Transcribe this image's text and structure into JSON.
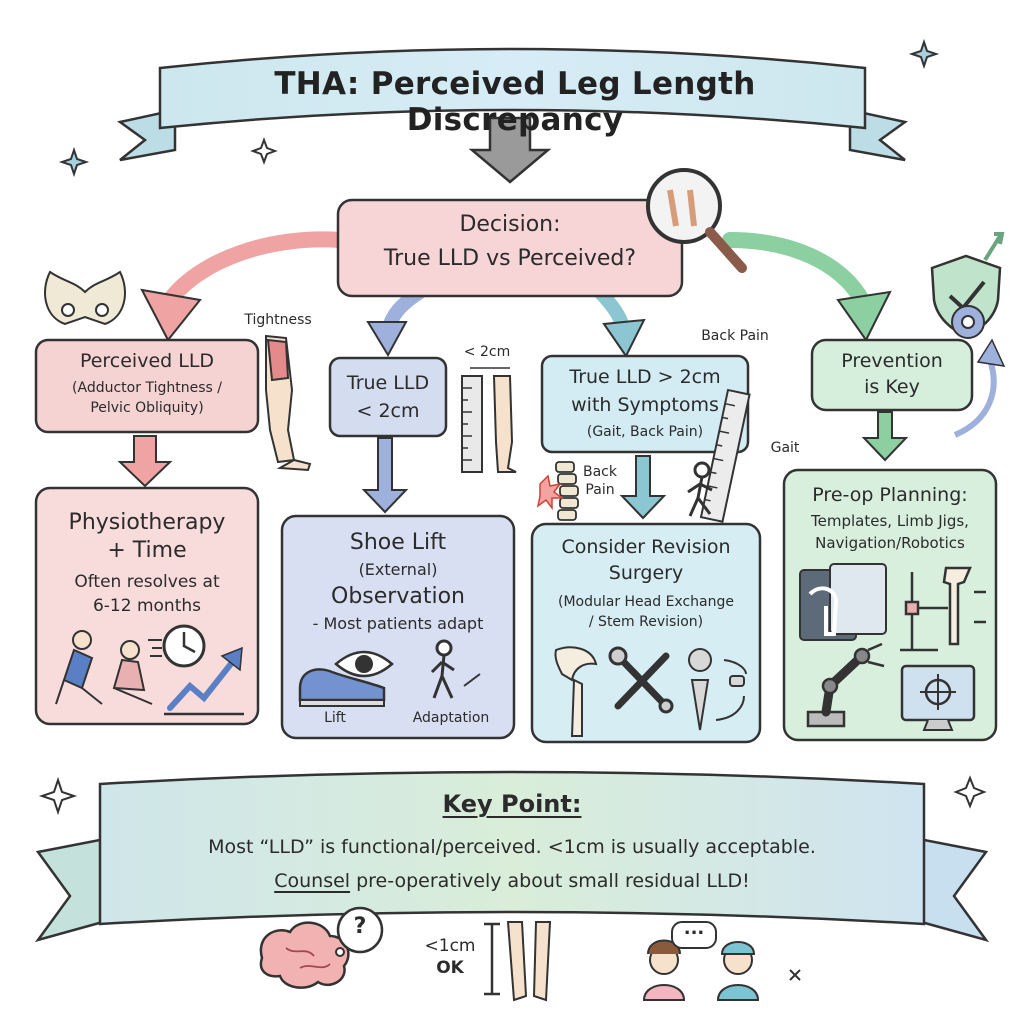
{
  "title": "THA: Perceived Leg Length Discrepancy",
  "decision": {
    "line1": "Decision:",
    "line2": "True LLD vs Perceived?"
  },
  "annotations": {
    "tightness": "Tightness",
    "lt2cm": "< 2cm",
    "back_pain_top": "Back Pain",
    "back_pain_side_1": "Back",
    "back_pain_side_2": "Pain",
    "gait": "Gait"
  },
  "branches": [
    {
      "id": "perceived",
      "title": "Perceived LLD",
      "sub1": "(Adductor Tightness /",
      "sub2": "Pelvic Obliquity)"
    },
    {
      "id": "true-small",
      "title1": "True LLD",
      "title2": "< 2cm"
    },
    {
      "id": "true-large",
      "title1": "True LLD > 2cm",
      "title2": "with Symptoms",
      "sub": "(Gait, Back Pain)"
    },
    {
      "id": "prevention",
      "title1": "Prevention",
      "title2": "is Key"
    }
  ],
  "outcomes": [
    {
      "id": "physio",
      "title1": "Physiotherapy",
      "title2": "+ Time",
      "sub1": "Often resolves at",
      "sub2": "6-12 months"
    },
    {
      "id": "shoe",
      "title1": "Shoe Lift",
      "sub1": "(External)",
      "title2": "Observation",
      "sub2": "- Most patients adapt",
      "label_lift": "Lift",
      "label_adapt": "Adaptation"
    },
    {
      "id": "revision",
      "title1": "Consider Revision",
      "title2": "Surgery",
      "sub1": "(Modular Head Exchange",
      "sub2": "/ Stem Revision)"
    },
    {
      "id": "preop",
      "title": "Pre-op Planning:",
      "sub1": "Templates, Limb Jigs,",
      "sub2": "Navigation/Robotics"
    }
  ],
  "key_point": {
    "heading": "Key Point:",
    "line1": "Most “LLD” is functional/perceived. <1cm is usually acceptable.",
    "line2_em": "Counsel",
    "line2_rest": " pre-operatively about small residual LLD!",
    "ok1": "<1cm",
    "ok2": "OK",
    "question": "?",
    "dots": "..."
  },
  "colors": {
    "red_fill": "#f6d3d3",
    "red_arrow": "#f0a3a3",
    "blue_fill": "#d4dcf0",
    "blue_arrow": "#9db1dc",
    "cyan_fill": "#d3ecf3",
    "teal_arrow": "#8dc6d3",
    "green_fill": "#d6efdc",
    "green_arrow": "#8ccfa0",
    "banner": "#cde7ee",
    "outline": "#333333"
  },
  "icons": [
    "pelvis-icon",
    "leg-icon",
    "ruler-icon",
    "magnifier-icon",
    "shield-check-icon",
    "gear-icon",
    "spine-icon",
    "walker-icon",
    "physio-icon",
    "clock-icon",
    "trend-arrow-icon",
    "shoe-icon",
    "eye-icon",
    "hip-implant-icon",
    "tools-icon",
    "xray-icon",
    "jig-icon",
    "robot-arm-icon",
    "monitor-target-icon",
    "brain-icon",
    "legs-icon",
    "people-icon",
    "sparkle-icon"
  ]
}
